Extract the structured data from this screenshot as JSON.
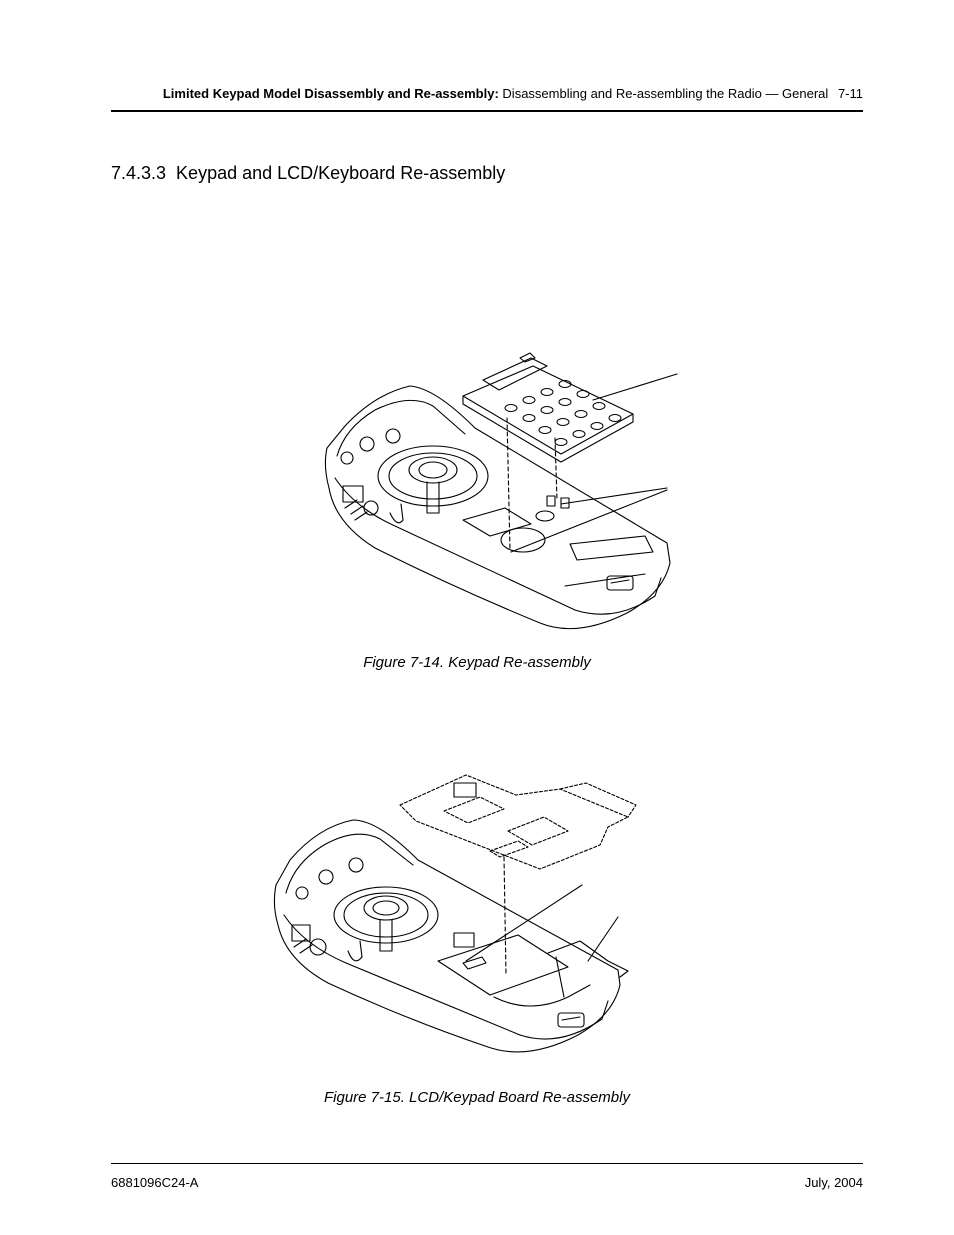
{
  "header": {
    "bold_text": "Limited Keypad Model Disassembly and Re-assembly:",
    "normal_text": "Disassembling and Re-assembling the Radio — General",
    "page_number": "7-11"
  },
  "section": {
    "number": "7.4.3.3",
    "title": "Keypad and LCD/Keyboard Re-assembly"
  },
  "figures": [
    {
      "caption": "Figure 7-14.  Keypad Re-assembly"
    },
    {
      "caption": "Figure 7-15.  LCD/Keypad Board Re-assembly"
    }
  ],
  "footer": {
    "doc_number": "6881096C24-A",
    "date": "July, 2004"
  }
}
